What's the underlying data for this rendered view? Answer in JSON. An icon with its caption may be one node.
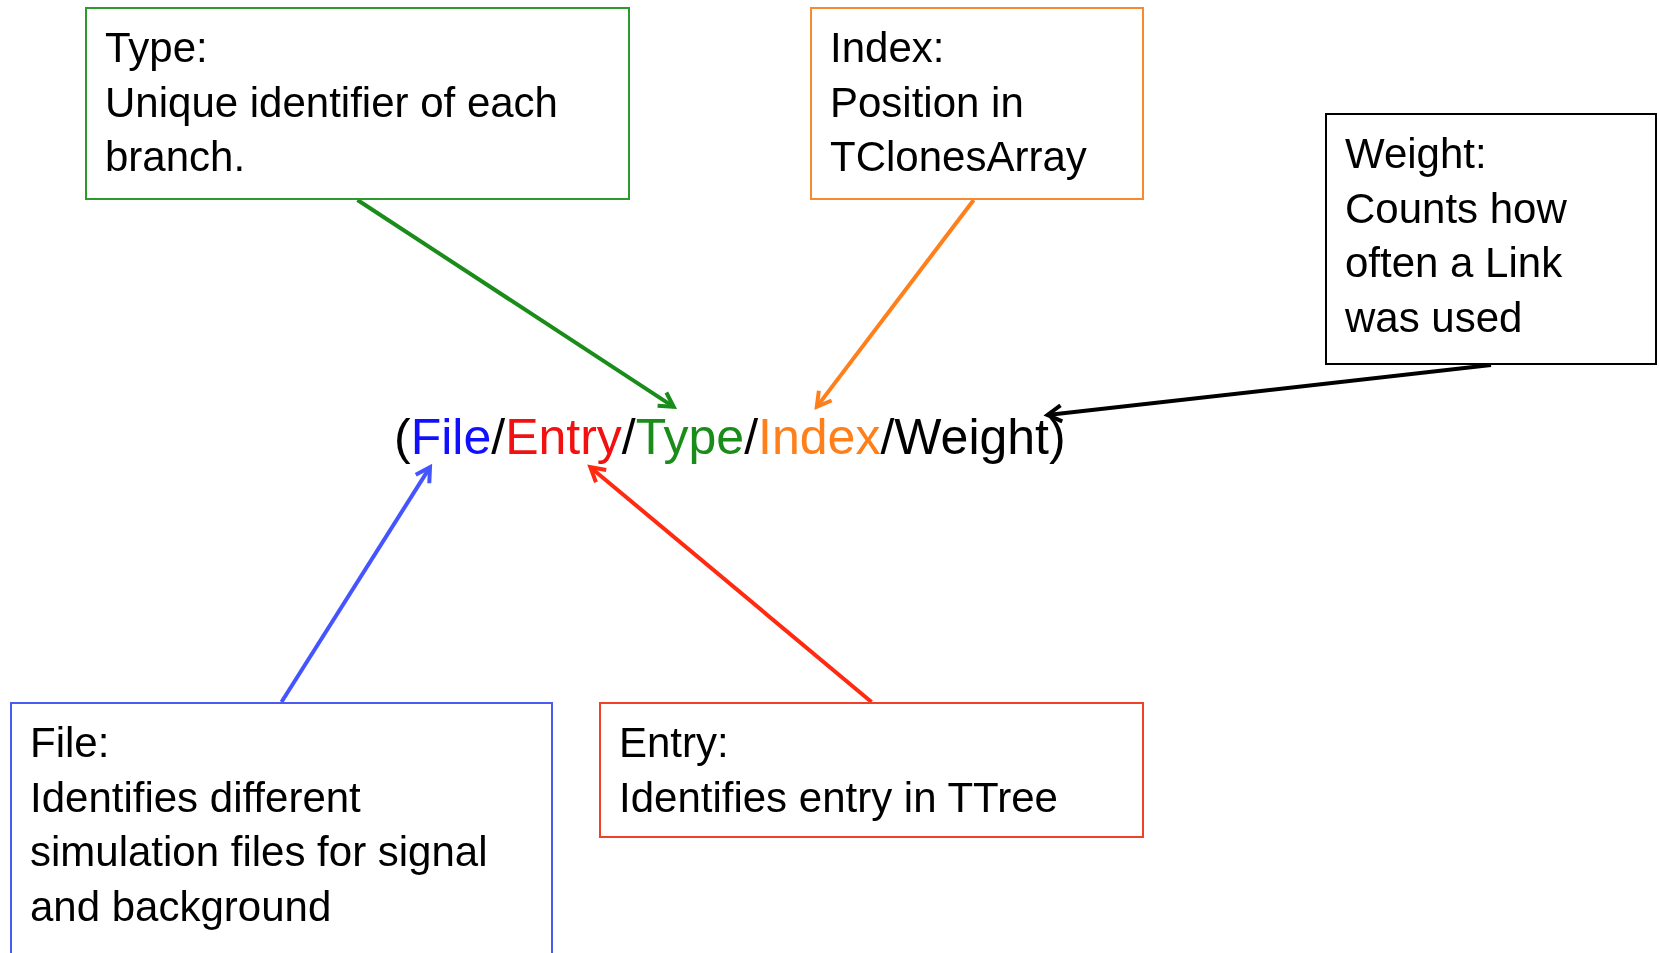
{
  "diagram": {
    "nodes": [
      {
        "text": [
          "Type:",
          "Unique identifier of each branch."
        ]
      },
      {
        "text": [
          "Index:",
          "Position in TClonesArray"
        ]
      },
      {
        "text": [
          "Weight:",
          "Counts how often a Link was used"
        ]
      },
      {
        "text": [
          "File"
        ]
      },
      {
        "text": [
          "Entry"
        ]
      },
      {
        "text": [
          "Type"
        ]
      },
      {
        "text": [
          "Index"
        ]
      },
      {
        "text": [
          "Weight"
        ]
      },
      {
        "text": [
          "File:",
          "Identifies different simulation files for signal and background"
        ]
      },
      {
        "text": [
          "Entry:",
          "Identifies entry in TTree"
        ]
      }
    ],
    "edges": [
      {
        "from": 0,
        "to": 5,
        "arrow": "to",
        "color": "#1a8c1a"
      },
      {
        "from": 1,
        "to": 6,
        "arrow": "to",
        "color": "#ff7f1a"
      },
      {
        "from": 2,
        "to": 7,
        "arrow": "to",
        "color": "#000000"
      },
      {
        "from": 8,
        "to": 3,
        "arrow": "to",
        "color": "#4455ff"
      },
      {
        "from": 9,
        "to": 4,
        "arrow": "to",
        "color": "#ff2a10"
      }
    ],
    "labels": [
      "(",
      "/",
      "/",
      "/",
      "/",
      ")"
    ]
  }
}
